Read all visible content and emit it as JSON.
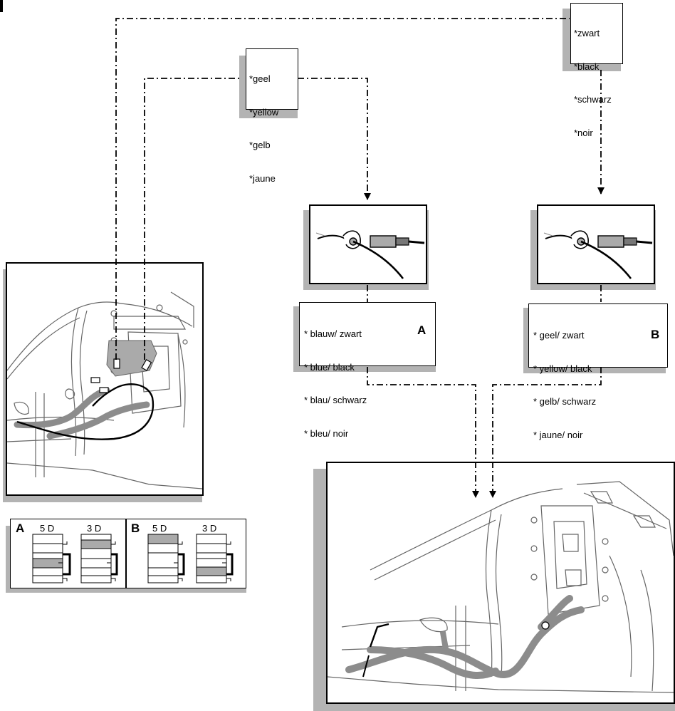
{
  "labels": {
    "black_top": [
      "*zwart",
      "*black",
      "*schwarz",
      "*noir"
    ],
    "yellow_top": [
      "*geel",
      "*yellow",
      "*gelb",
      "*jaune"
    ],
    "blue_black": [
      "* blauw/ zwart",
      "* blue/ black",
      "* blau/ schwarz",
      "* bleu/ noir"
    ],
    "yellow_black": [
      "* geel/ zwart",
      "* yellow/ black",
      "* gelb/ schwarz",
      "* jaune/ noir"
    ]
  },
  "refs": {
    "a": "A",
    "b": "B"
  },
  "table": {
    "a_letter": "A",
    "b_letter": "B",
    "a_5d": "5 D",
    "a_3d": "3 D",
    "b_5d": "5 D",
    "b_3d": "3 D"
  },
  "colors": {
    "line": "#000000",
    "shadow": "#b3b3b3",
    "harness": "#8c8c8c",
    "fill": "#aaaaaa"
  },
  "icons": [
    "connector-icon",
    "connector-icon"
  ]
}
